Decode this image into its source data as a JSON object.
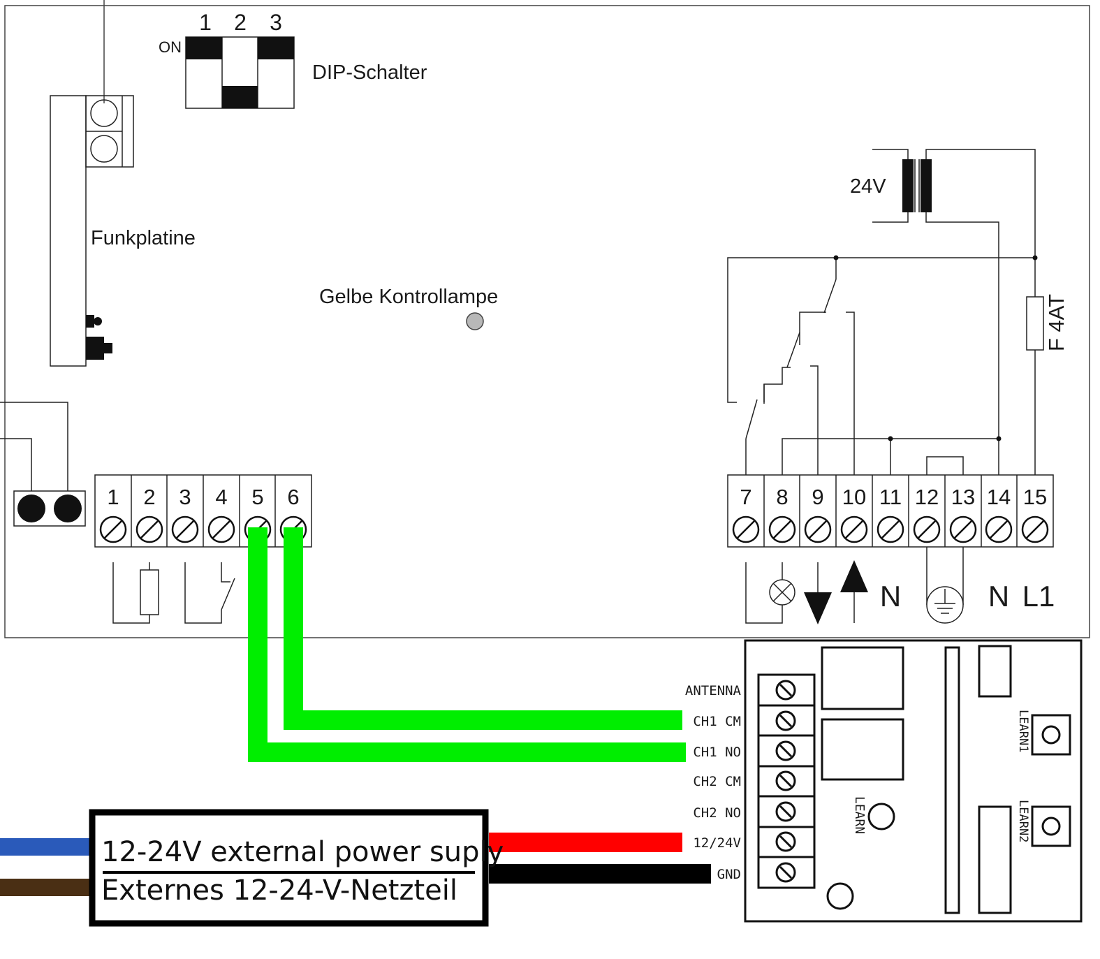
{
  "dip": {
    "label": "DIP-Schalter",
    "on_label": "ON",
    "numbers": [
      "1",
      "2",
      "3"
    ]
  },
  "radio_board_label": "Funkplatine",
  "lamp_label": "Gelbe Kontrollampe",
  "transformer_label": "24V",
  "fuse_label": "F 4AT",
  "left_terminals": [
    "1",
    "2",
    "3",
    "4",
    "5",
    "6"
  ],
  "right_terminals": [
    "7",
    "8",
    "9",
    "10",
    "11",
    "12",
    "13",
    "14",
    "15"
  ],
  "right_symbols": {
    "n1": "N",
    "n2": "N",
    "l1": "L1"
  },
  "receiver": {
    "terminal_labels": [
      "ANTENNA",
      "CH1 CM",
      "CH1 NO",
      "CH2 CM",
      "CH2 NO",
      "12/24V",
      "GND"
    ],
    "learn": "LEARN",
    "learn1": "LEARN1",
    "learn2": "LEARN2"
  },
  "psu": {
    "line1": "12-24V  external power suply",
    "line2": "Externes 12-24-V-Netzteil"
  },
  "colors": {
    "signal_wire": "#00ee00",
    "positive_wire": "#ff0000",
    "ground_wire": "#000000",
    "mains_blue": "#2a5aba",
    "mains_brown": "#4a2f14",
    "lamp": "#b8b8b8"
  }
}
